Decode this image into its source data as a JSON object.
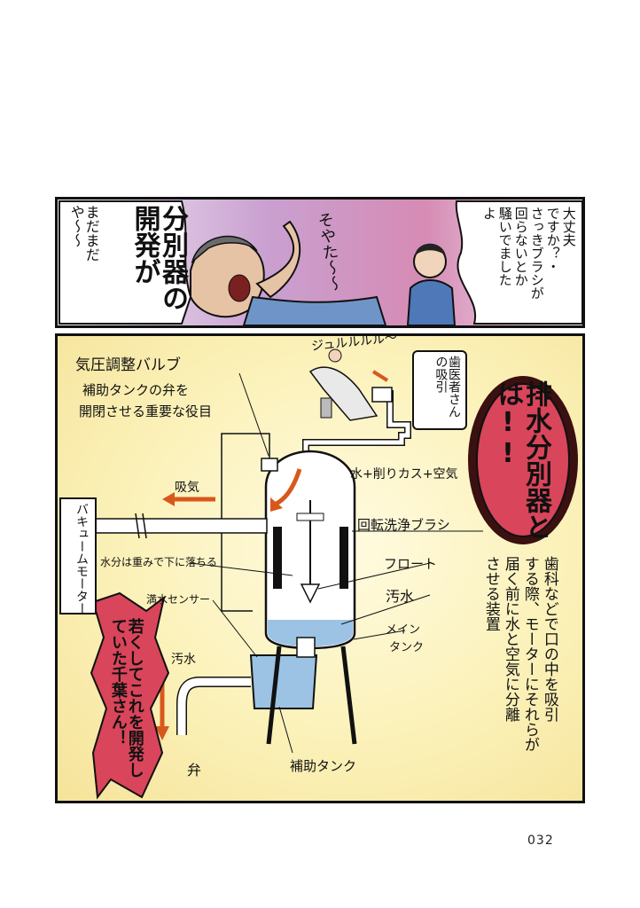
{
  "panel_top": {
    "speech_left": "分別器の\n開発が",
    "speech_left_small": "まだまだ\nや〜〜",
    "shout": "そやた〜〜",
    "speech_right_1": "大丈夫",
    "speech_right_2": "ですか？・",
    "speech_right_3": "さっきブラシが",
    "speech_right_4": "回らないとか",
    "speech_right_5": "騒いでました",
    "speech_right_6": "よ"
  },
  "panel_main": {
    "sfx": "ジュルルルル〜",
    "dentist_box": "歯医者さんの吸引",
    "title": "排水分別器とは!!",
    "labels": {
      "valve_title": "気圧調整バルブ",
      "valve_desc_1": "補助タンクの弁を",
      "valve_desc_2": "開閉させる重要な役目",
      "mix": "水+削りカス+空気",
      "intake": "吸気",
      "vacuum_motor": "バキュームモーター",
      "brush": "回転洗浄ブラシ",
      "water_falls": "水分は重みで下に落ちる",
      "float": "フロート",
      "dirty_water_1": "汚水",
      "full_sensor": "満水センサー",
      "main_tank_1": "メイン",
      "main_tank_2": "タンク",
      "dirty_water_2": "汚水",
      "valve": "弁",
      "sub_tank": "補助タンク"
    },
    "description": [
      "歯科などで口の中を吸引",
      "する際、モーターにそれらが",
      "届く前に水と空気に分離",
      "させる装置"
    ],
    "credit_box": "若くしてこれを開発していた千葉さん！"
  },
  "page_number": "032",
  "colors": {
    "accent_red": "#d9455a",
    "arrow_orange": "#d8581c",
    "water_blue": "#9cc3e4",
    "paper_yellow": "#fbf1b8"
  }
}
